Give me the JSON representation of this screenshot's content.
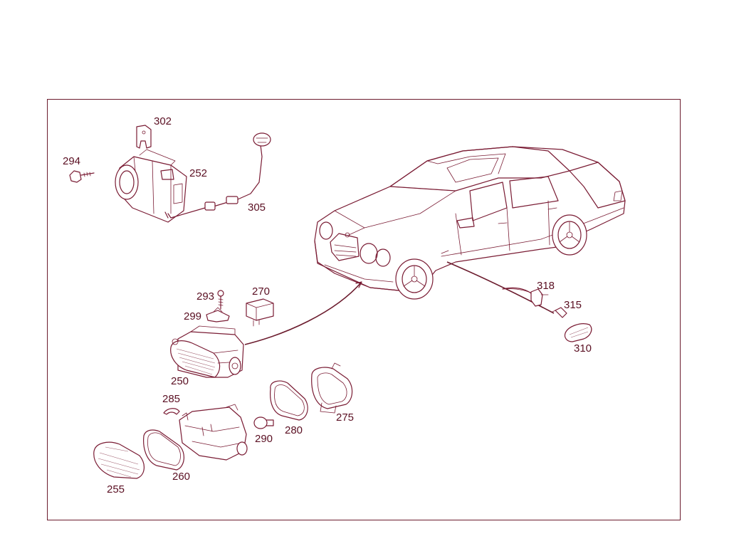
{
  "diagram": {
    "callouts": {
      "c302": "302",
      "c294": "294",
      "c252": "252",
      "c305": "305",
      "c293": "293",
      "c270": "270",
      "c299": "299",
      "c250": "250",
      "c318": "318",
      "c315": "315",
      "c310": "310",
      "c285": "285",
      "c290": "290",
      "c280": "280",
      "c275": "275",
      "c260": "260",
      "c255": "255"
    }
  },
  "colors": {
    "line": "#7a1c34",
    "frame": "#6b1b2d",
    "text": "#5a0f22",
    "background": "#ffffff"
  }
}
